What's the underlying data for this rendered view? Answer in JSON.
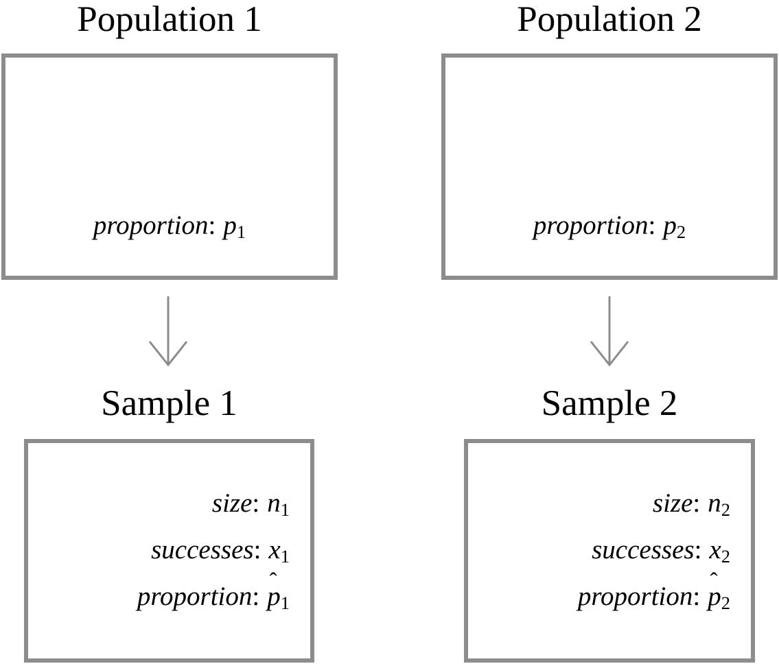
{
  "diagram": {
    "title": "Two-proportion sampling diagram",
    "stroke_color": "#8c8c8c",
    "text_color": "#000000",
    "background": "#ffffff"
  },
  "populations": [
    {
      "heading": "Population 1",
      "line": {
        "label": "proportion",
        "colon": ":",
        "symbol": "p",
        "subscript": "1",
        "full_text": "proportion: p₁"
      }
    },
    {
      "heading": "Population 2",
      "line": {
        "label": "proportion",
        "colon": ":",
        "symbol": "p",
        "subscript": "2",
        "full_text": "proportion: p₂"
      }
    }
  ],
  "samples": [
    {
      "heading": "Sample 1",
      "rows": [
        {
          "label": "size",
          "colon": ":",
          "symbol": "n",
          "subscript": "1",
          "hat": false,
          "full_text": "size: n₁"
        },
        {
          "label": "successes",
          "colon": ":",
          "symbol": "x",
          "subscript": "1",
          "hat": false,
          "full_text": "successes: x₁"
        },
        {
          "label": "proportion",
          "colon": ":",
          "symbol": "p",
          "subscript": "1",
          "hat": true,
          "hat_glyph": "ˆ",
          "full_text": "proportion: p̂₁"
        }
      ]
    },
    {
      "heading": "Sample 2",
      "rows": [
        {
          "label": "size",
          "colon": ":",
          "symbol": "n",
          "subscript": "2",
          "hat": false,
          "full_text": "size: n₂"
        },
        {
          "label": "successes",
          "colon": ":",
          "symbol": "x",
          "subscript": "2",
          "hat": false,
          "full_text": "successes: x₂"
        },
        {
          "label": "proportion",
          "colon": ":",
          "symbol": "p",
          "subscript": "2",
          "hat": true,
          "hat_glyph": "ˆ",
          "full_text": "proportion: p̂₂"
        }
      ]
    }
  ],
  "arrows": [
    {
      "name": "population-1-to-sample-1",
      "direction": "down",
      "color": "#8c8c8c"
    },
    {
      "name": "population-2-to-sample-2",
      "direction": "down",
      "color": "#8c8c8c"
    }
  ]
}
